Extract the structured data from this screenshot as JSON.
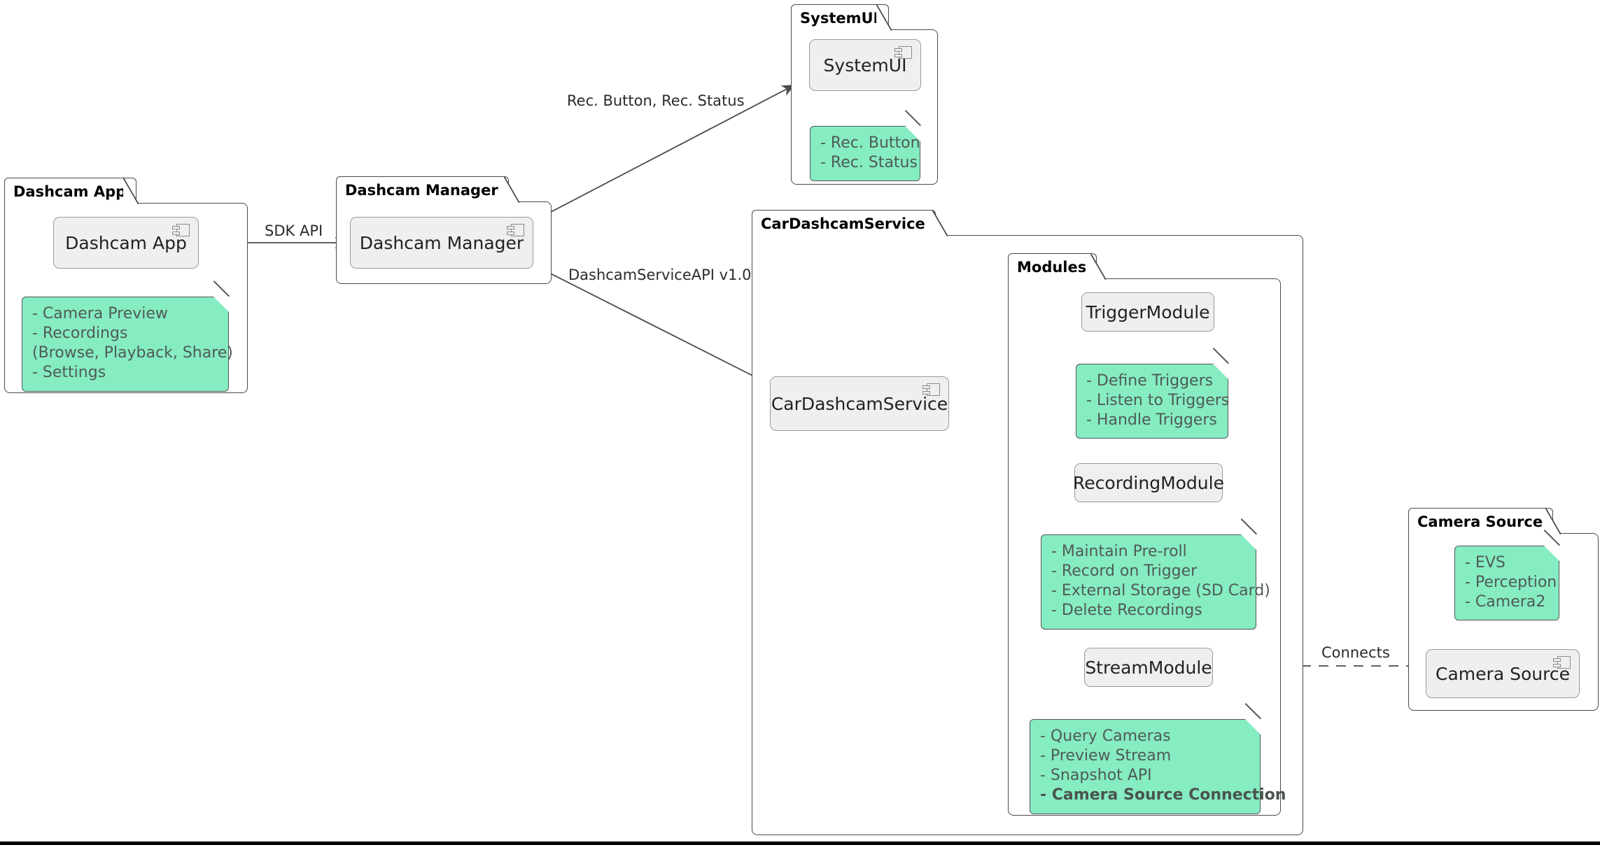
{
  "diagram": {
    "type": "uml-component-diagram",
    "accent_note_color": "#86ECC2",
    "component_fill": "#EFEFEF",
    "component_stroke": "#9A9A9A",
    "package_stroke": "#4A4A4A"
  },
  "packages": {
    "dashcam_app": {
      "title": "Dashcam App"
    },
    "dashcam_manager": {
      "title": "Dashcam Manager"
    },
    "system_ui": {
      "title": "SystemUI"
    },
    "car_dashcam_service": {
      "title": "CarDashcamService"
    },
    "modules": {
      "title": "Modules"
    },
    "camera_source": {
      "title": "Camera Source"
    }
  },
  "components": {
    "dashcam_app": {
      "label": "Dashcam App",
      "icon": "component-icon"
    },
    "dashcam_manager": {
      "label": "Dashcam Manager",
      "icon": "component-icon"
    },
    "system_ui": {
      "label": "SystemUI",
      "icon": "component-icon"
    },
    "car_dashcam_service": {
      "label": "CarDashcamService",
      "icon": "component-icon"
    },
    "trigger_module": {
      "label": "TriggerModule"
    },
    "recording_module": {
      "label": "RecordingModule"
    },
    "stream_module": {
      "label": "StreamModule"
    },
    "camera_source": {
      "label": "Camera Source",
      "icon": "component-icon"
    }
  },
  "notes": {
    "dashcam_app": {
      "lines": [
        {
          "text": "- Camera Preview",
          "bold": false
        },
        {
          "text": "- Recordings",
          "bold": false
        },
        {
          "text": "  (Browse, Playback, Share)",
          "bold": false
        },
        {
          "text": "- Settings",
          "bold": false
        }
      ]
    },
    "system_ui": {
      "lines": [
        {
          "text": "- Rec. Button",
          "bold": false
        },
        {
          "text": "- Rec. Status",
          "bold": false
        }
      ]
    },
    "trigger_module": {
      "lines": [
        {
          "text": "- Define Triggers",
          "bold": false
        },
        {
          "text": "- Listen to Triggers",
          "bold": false
        },
        {
          "text": "- Handle Triggers",
          "bold": false
        }
      ]
    },
    "recording_module": {
      "lines": [
        {
          "text": "- Maintain Pre-roll",
          "bold": false
        },
        {
          "text": "- Record on Trigger",
          "bold": false
        },
        {
          "text": "- External Storage (SD Card)",
          "bold": false
        },
        {
          "text": "- Delete Recordings",
          "bold": false
        }
      ]
    },
    "stream_module": {
      "lines": [
        {
          "text": "- Query Cameras",
          "bold": false
        },
        {
          "text": "- Preview Stream",
          "bold": false
        },
        {
          "text": "- Snapshot API",
          "bold": false
        },
        {
          "text": "- Camera Source Connection",
          "bold": true
        }
      ]
    },
    "camera_source": {
      "lines": [
        {
          "text": "- EVS",
          "bold": false
        },
        {
          "text": "- Perception",
          "bold": false
        },
        {
          "text": "- Camera2",
          "bold": false
        }
      ]
    }
  },
  "edges": {
    "sdk_api": {
      "label": "SDK API",
      "from": "Dashcam App",
      "to": "Dashcam Manager",
      "style": "solid-arrow"
    },
    "rec_button_status": {
      "label": "Rec. Button, Rec. Status",
      "from": "Dashcam Manager",
      "to": "SystemUI",
      "style": "solid-arrow"
    },
    "dashcam_service_api": {
      "label": "DashcamServiceAPI v1.0",
      "from": "Dashcam Manager",
      "to": "CarDashcamService",
      "style": "solid-arrow"
    },
    "svc_to_trigger": {
      "label": "",
      "from": "CarDashcamService",
      "to": "TriggerModule",
      "style": "solid-arrow"
    },
    "svc_to_recording": {
      "label": "",
      "from": "CarDashcamService",
      "to": "RecordingModule",
      "style": "solid-arrow"
    },
    "svc_to_stream": {
      "label": "",
      "from": "CarDashcamService",
      "to": "StreamModule",
      "style": "solid-arrow"
    },
    "connects": {
      "label": "Connects",
      "from": "StreamModule",
      "to": "Camera Source",
      "style": "dashed"
    }
  }
}
